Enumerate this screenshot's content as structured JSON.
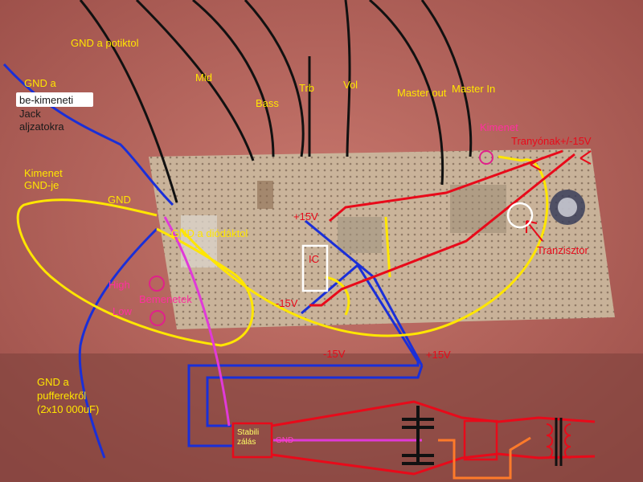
{
  "labels": {
    "gnd_potiktol": "GND a potiktol",
    "mid": "Mid",
    "bass": "Bass",
    "trb": "Trb",
    "vol": "Vol",
    "master_out": "Master out",
    "master_in": "Master In",
    "gnd_a": "GND a",
    "be_kimeneti": "be-kimeneti",
    "jack": "Jack",
    "aljzatokra": "aljzatokra",
    "kimenet_gnd": "Kimenet\nGND-je",
    "gnd": "GND",
    "gnd_diodaktol": "GND a diódáktol",
    "high": "High",
    "bemenetek": "Bemenetek",
    "low": "Low",
    "ic": "IC",
    "plus15_top": "+15V",
    "minus15_left": "-15V",
    "minus15_bottom": "-15V",
    "plus15_bottom": "+15V",
    "kimenet": "Kimenet",
    "tranyonak": "Tranyónak+/-15V",
    "tranzisztor": "Tranzisztor",
    "gnd_pufferekrol": "GND a\npufferekről\n(2x10 000uF)",
    "stabilizalas": "Stabili\nzálás",
    "gnd_small": "GND"
  },
  "colors": {
    "background": "#b8675f",
    "board": "#cfc0a6",
    "yellow": "#ffe600",
    "red": "#e80a1a",
    "blue": "#1a2fd8",
    "magenta": "#e03ad8",
    "black": "#111111",
    "orange": "#ff7a2a",
    "white": "#ffffff"
  }
}
